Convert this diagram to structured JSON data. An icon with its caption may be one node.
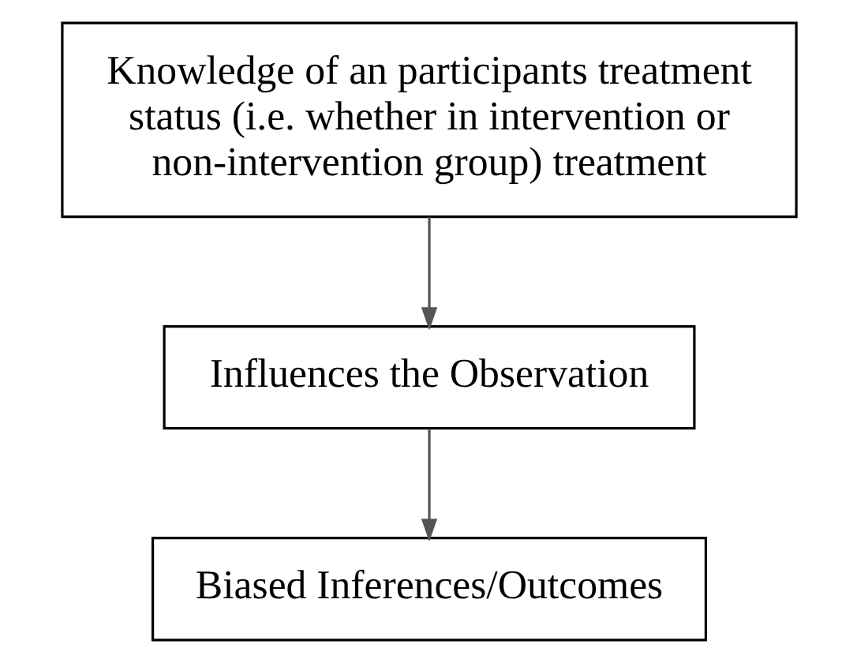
{
  "diagram": {
    "nodes": [
      {
        "text": [
          "Knowledge of an participants treatment status (i.e. whether in intervention or non-intervention group) treatment"
        ]
      },
      {
        "text": [
          "Influences the Observation"
        ]
      },
      {
        "text": [
          "Biased Inferences/Outcomes"
        ]
      }
    ],
    "edges": [
      {
        "from": 0,
        "to": 1,
        "arrow": "to"
      },
      {
        "from": 1,
        "to": 2,
        "arrow": "to"
      }
    ]
  }
}
